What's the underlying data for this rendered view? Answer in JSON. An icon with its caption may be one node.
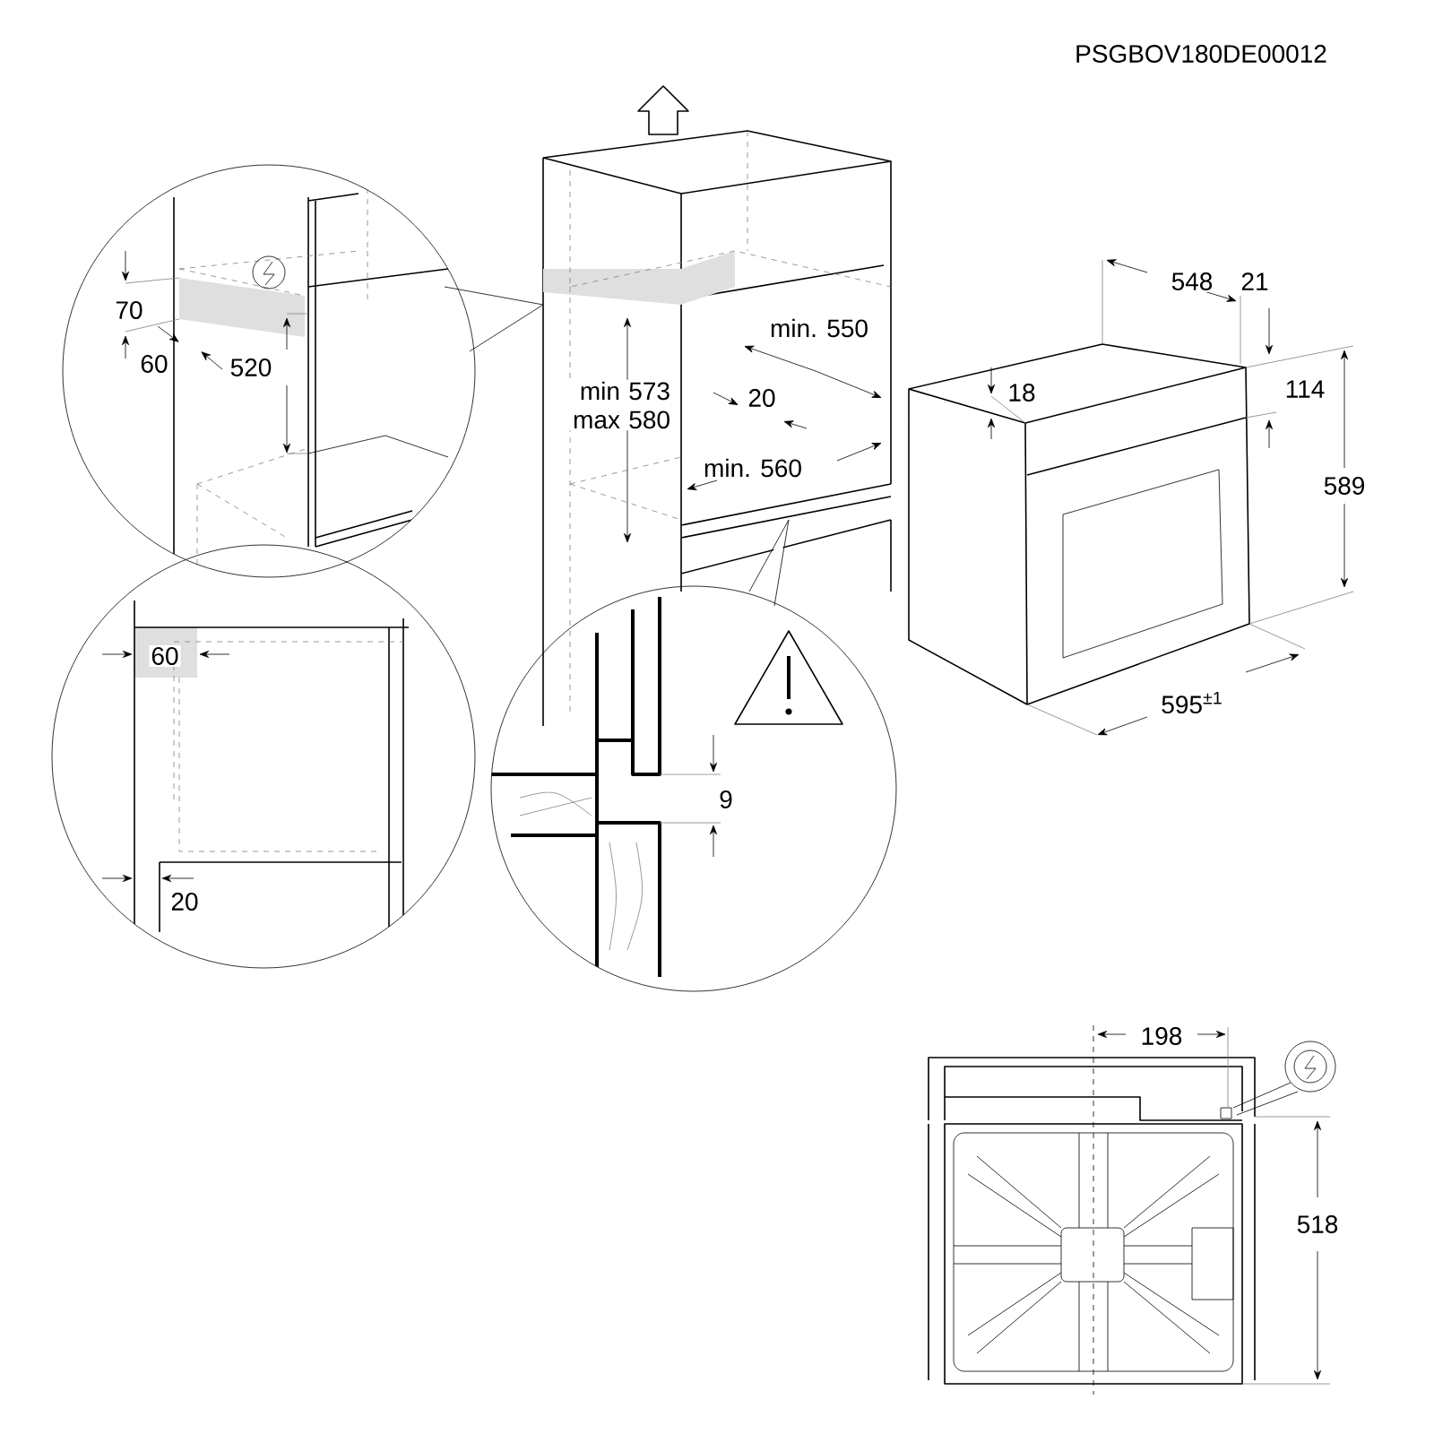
{
  "diagram": {
    "labels": [
      "PSGBOV180DE00012",
      "70",
      "60",
      "520",
      "min. 550",
      "min 573 max 580",
      "20",
      "min. 560",
      "548",
      "21",
      "18",
      "114",
      "589",
      "60",
      "9",
      "595$^{±1}$",
      "20",
      "198",
      "518"
    ]
  }
}
